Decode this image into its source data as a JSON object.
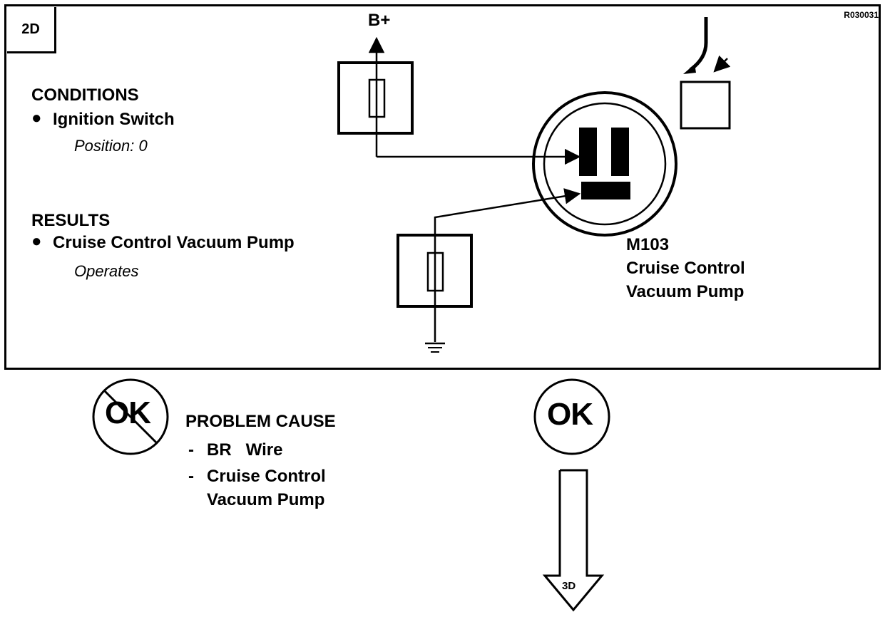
{
  "step": {
    "label": "2D",
    "code": "R030031"
  },
  "conditions": {
    "heading": "CONDITIONS",
    "item": "Ignition Switch",
    "detail": "Position: 0"
  },
  "results": {
    "heading": "RESULTS",
    "item": "Cruise Control Vacuum Pump",
    "detail": "Operates"
  },
  "component": {
    "id": "M103",
    "name_line1": "Cruise Control",
    "name_line2": "Vacuum Pump"
  },
  "supply": {
    "label": "B+"
  },
  "outcome_not_ok": {
    "symbol": "OK",
    "heading": "PROBLEM CAUSE",
    "cause1": "BR   Wire",
    "cause2_line1": "Cruise Control",
    "cause2_line2": "Vacuum Pump",
    "dash": "-"
  },
  "outcome_ok": {
    "symbol": "OK",
    "next_step": "3D"
  }
}
